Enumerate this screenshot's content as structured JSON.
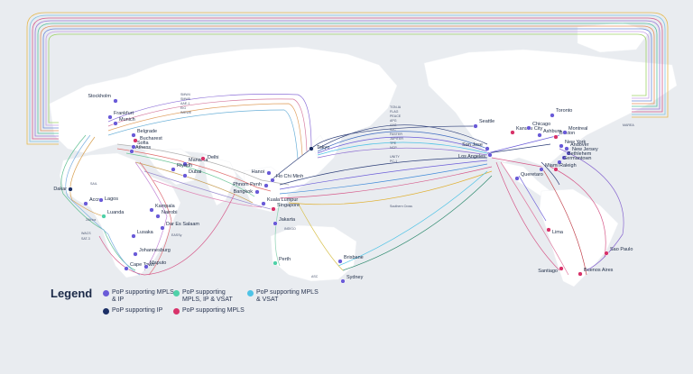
{
  "colors": {
    "background": "#e9ecf0",
    "land": "#ffffff",
    "mpls_ip": "#6a5bd8",
    "ip": "#1c2f66",
    "mpls_ip_vsat": "#4fd1a8",
    "mpls_vsat": "#4ec3e6",
    "mpls": "#d8336a"
  },
  "legend": {
    "title": "Legend",
    "items": [
      {
        "label": "PoP supporting MPLS & IP",
        "color": "#6a5bd8"
      },
      {
        "label": "PoP supporting MPLS, IP & VSAT",
        "color": "#4fd1a8"
      },
      {
        "label": "PoP supporting MPLS & VSAT",
        "color": "#4ec3e6"
      },
      {
        "label": "PoP supporting IP",
        "color": "#1c2f66"
      },
      {
        "label": "PoP supporting MPLS",
        "color": "#d8336a"
      }
    ]
  },
  "cities": [
    "Stockholm",
    "Frankfurt",
    "Belgrade",
    "Bucharest",
    "Sofia",
    "Athens",
    "Munich",
    "Manama",
    "Delhi",
    "Riyadh",
    "Dubai",
    "Dakar",
    "Accra",
    "Lagos",
    "Luanda",
    "Kampala",
    "Nairobi",
    "Dar Es Salaam",
    "Lusaka",
    "Johannesburg",
    "Cape Town",
    "Maputo",
    "Hanoi",
    "Ho Chi Minh",
    "Phnom Penh",
    "Bangkok",
    "Kuala Lumpur",
    "Singapore",
    "Jakarta",
    "Tokyo",
    "Perth",
    "Brisbane",
    "Sydney",
    "Seattle",
    "Kansas City",
    "Chicago",
    "Ashburn",
    "Toronto",
    "Boston",
    "Montreal",
    "New York",
    "Andover",
    "New Jersey",
    "Bethlehem",
    "Germantown",
    "Raleigh",
    "San Jose",
    "Los Angeles",
    "Miami",
    "Queretaro",
    "Lima",
    "Santiago",
    "Buenos Aires",
    "Sao Paulo"
  ],
  "cables": [
    "SMW4",
    "SMW5",
    "AAE-1",
    "EIG",
    "IMEWE",
    "TGN-IA",
    "FLAG",
    "PEACE",
    "APG",
    "AAG",
    "SJC",
    "FASTER",
    "JUPITER",
    "TPE",
    "NCP",
    "UNITY",
    "PC-1",
    "SAIL",
    "2Africa",
    "WACS",
    "SAT-3",
    "EASSy",
    "MAREA",
    "Southern Cross",
    "INDIGO",
    "ASC"
  ]
}
